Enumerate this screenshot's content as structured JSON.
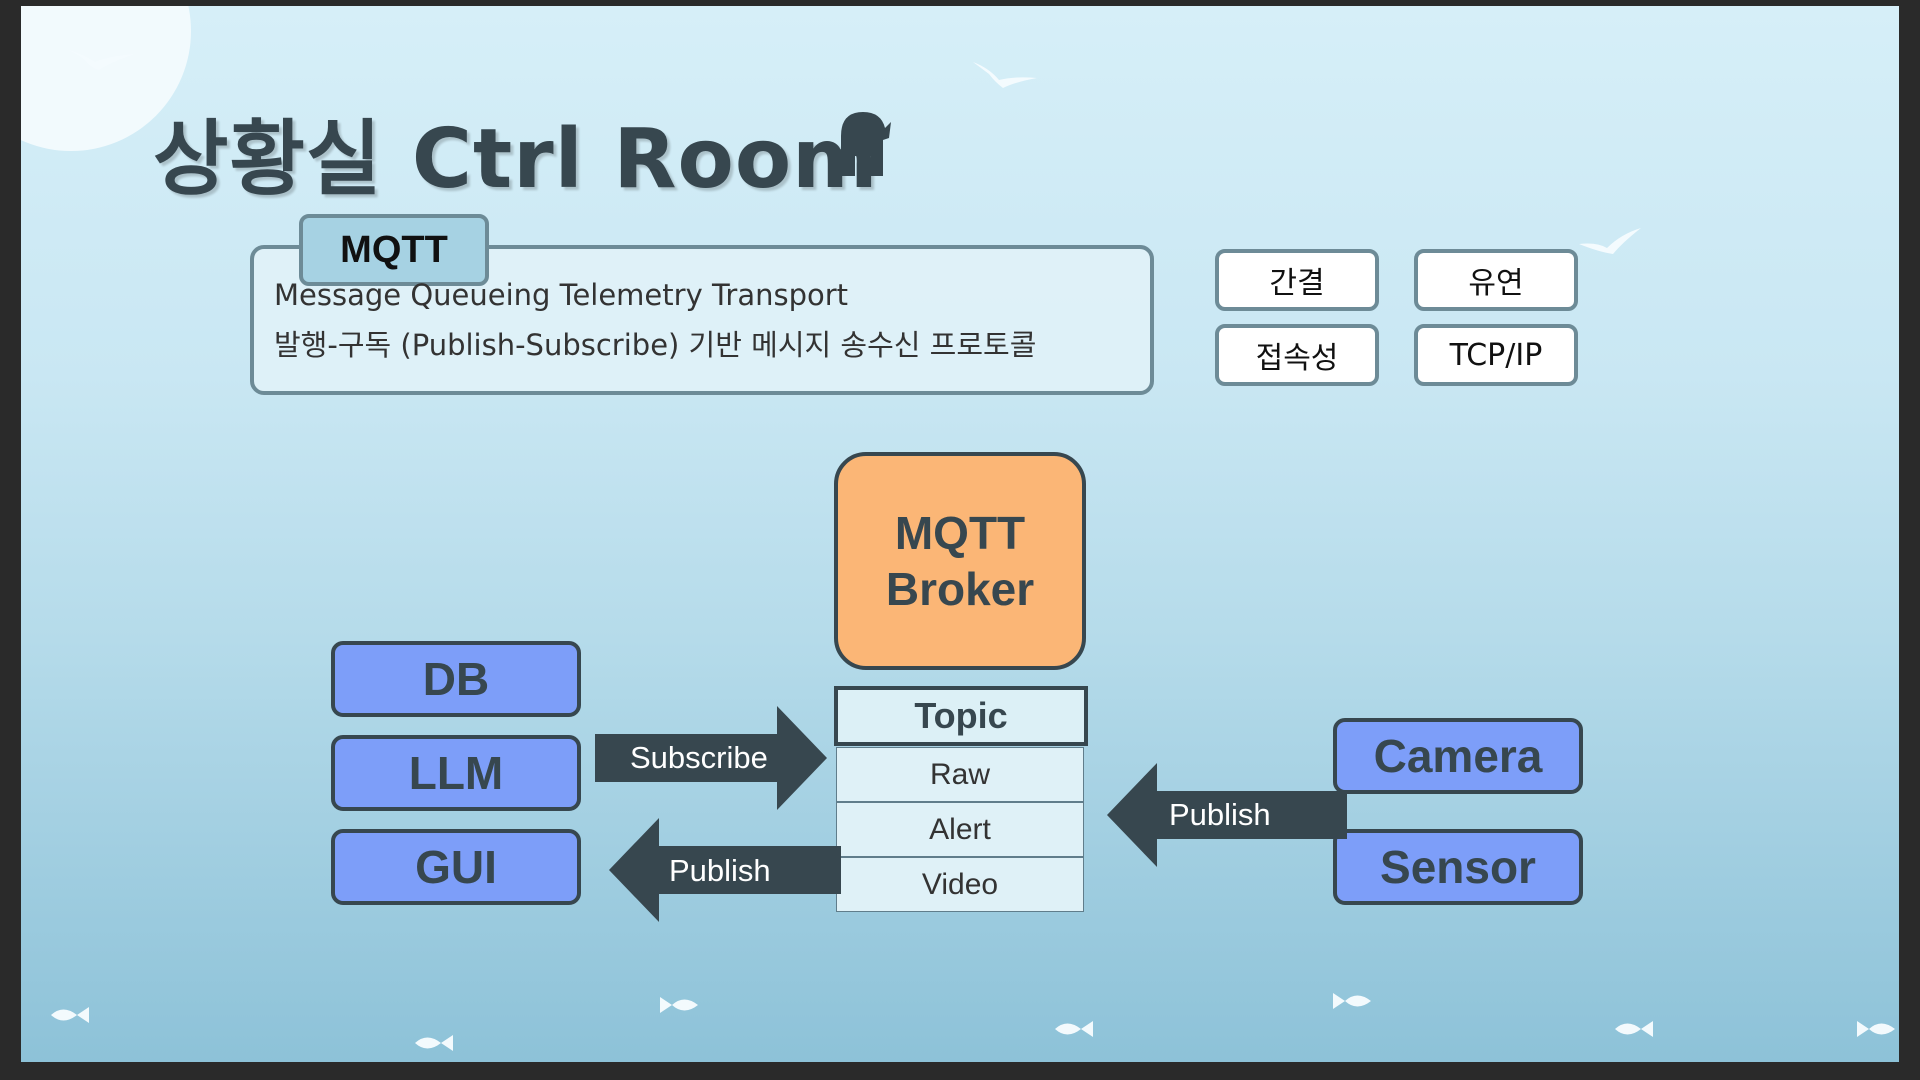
{
  "slide": {
    "title": "상황실 Ctrl Room",
    "title_icon": "pawn-icon"
  },
  "definition": {
    "tab_label": "MQTT",
    "line1": "Message Queueing Telemetry Transport",
    "line2": "발행-구독 (Publish-Subscribe) 기반 메시지 송수신 프로토콜"
  },
  "tags": [
    "간결",
    "유연",
    "접속성",
    "TCP/IP"
  ],
  "broker": {
    "line1": "MQTT",
    "line2": "Broker"
  },
  "topic_table": {
    "header": "Topic",
    "rows": [
      "Raw",
      "Alert",
      "Video"
    ]
  },
  "subscribers": [
    "DB",
    "LLM",
    "GUI"
  ],
  "publishers": [
    "Camera",
    "Sensor"
  ],
  "arrows": {
    "subscribe": "Subscribe",
    "publish_in": "Publish",
    "publish_out": "Publish"
  },
  "colors": {
    "broker_fill": "#fbb676",
    "node_fill": "#7d9ef9",
    "arrow_fill": "#37474f",
    "outline": "#37474f",
    "tab_fill": "#a6d2e3"
  }
}
